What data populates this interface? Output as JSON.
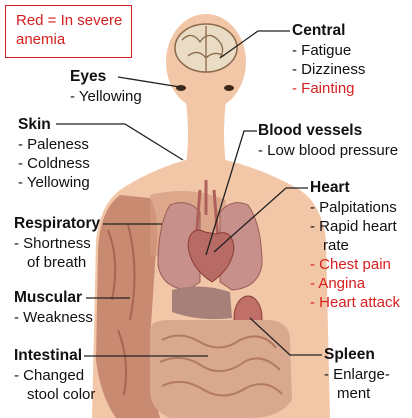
{
  "legend": {
    "text": "Red = In severe anemia",
    "color": "#d6201f"
  },
  "colors": {
    "skin": "#f2c7a8",
    "muscle": "#c98a72",
    "organ": "#cc8f86",
    "text": "#111111",
    "red_text": "#d6201f"
  },
  "labels": {
    "central": {
      "heading": "Central",
      "items": [
        "- Fatigue",
        "- Dizziness"
      ],
      "red_items": [
        "- Fainting"
      ]
    },
    "eyes": {
      "heading": "Eyes",
      "items": [
        "- Yellowing"
      ],
      "red_items": []
    },
    "skin": {
      "heading": "Skin",
      "items": [
        "- Paleness",
        "- Coldness",
        "- Yellowing"
      ],
      "red_items": []
    },
    "blood_vessels": {
      "heading": "Blood vessels",
      "items": [
        "- Low blood pressure"
      ],
      "red_items": []
    },
    "heart": {
      "heading": "Heart",
      "items": [
        "- Palpitations",
        "- Rapid heart",
        "rate"
      ],
      "red_items": [
        "- Chest pain",
        "- Angina",
        "- Heart attack"
      ]
    },
    "respiratory": {
      "heading": "Respiratory",
      "items": [
        "- Shortness",
        "of breath"
      ],
      "red_items": []
    },
    "muscular": {
      "heading": "Muscular",
      "items": [
        "- Weakness"
      ],
      "red_items": []
    },
    "intestinal": {
      "heading": "Intestinal",
      "items": [
        "- Changed",
        "stool color"
      ],
      "red_items": []
    },
    "spleen": {
      "heading": "Spleen",
      "items": [
        "- Enlarge-",
        "ment"
      ],
      "red_items": []
    }
  }
}
